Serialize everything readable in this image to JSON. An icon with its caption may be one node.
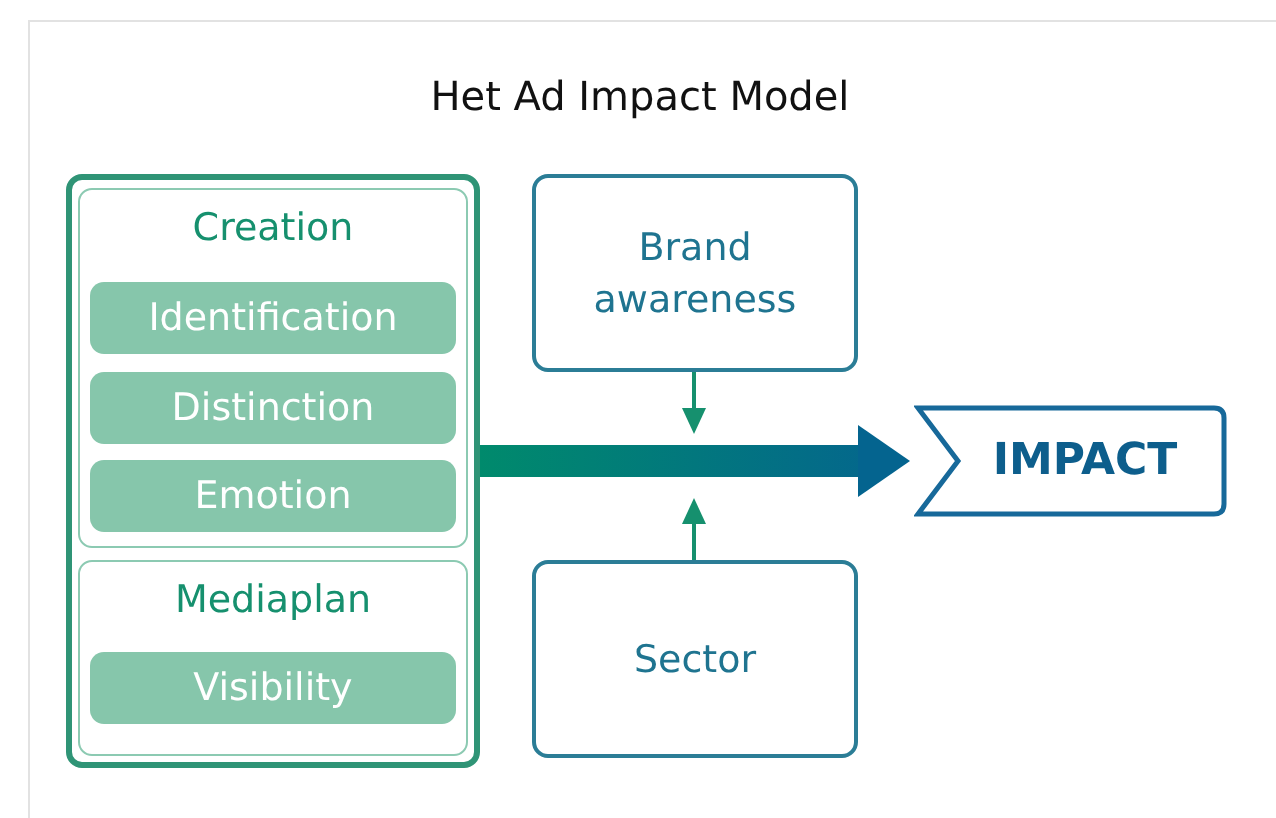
{
  "diagram": {
    "title": "Het Ad Impact Model",
    "nodes": [
      {
        "text": [],
        "shape": "box"
      },
      {
        "text": [
          "Creation"
        ],
        "in": 0
      },
      {
        "text": [
          "Identification"
        ],
        "in": 1
      },
      {
        "text": [
          "Distinction"
        ],
        "in": 1
      },
      {
        "text": [
          "Emotion"
        ],
        "in": 1
      },
      {
        "text": [
          "Mediaplan"
        ],
        "in": 0
      },
      {
        "text": [
          "Visibility"
        ],
        "in": 5
      },
      {
        "text": [
          "Brand awareness"
        ]
      },
      {
        "text": [
          "Sector"
        ]
      },
      {
        "text": [
          "IMPACT"
        ]
      }
    ],
    "edges": [
      {
        "from": 0,
        "to": 9,
        "arrow": "to",
        "style": "thick",
        "color": "#04648f"
      },
      {
        "from": 7,
        "to": null,
        "arrow": "to"
      },
      {
        "from": 8,
        "to": null,
        "arrow": "to"
      }
    ]
  }
}
